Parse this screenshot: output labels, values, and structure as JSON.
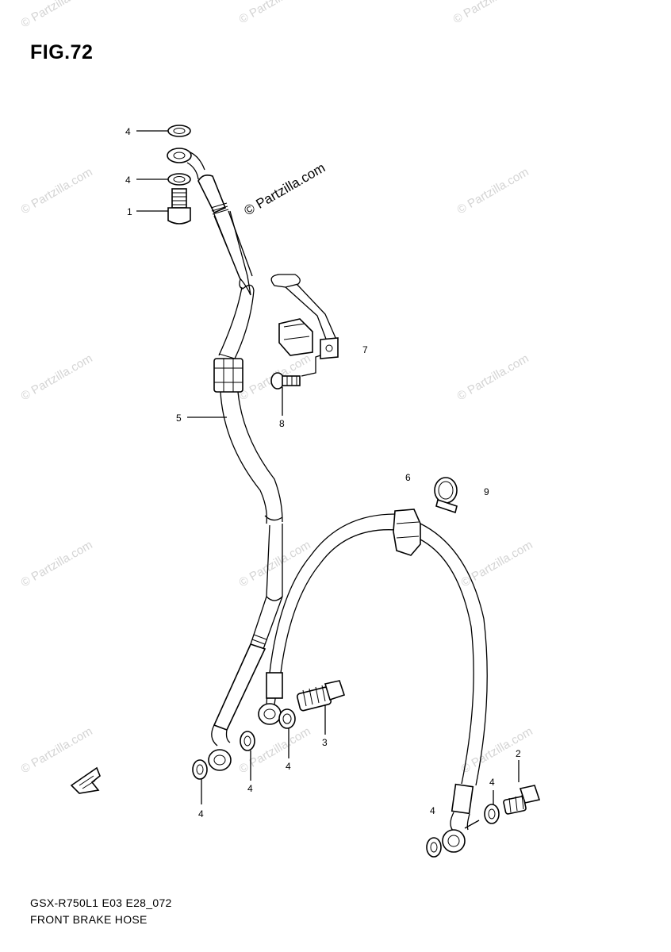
{
  "figure_label": "FIG.72",
  "footer": {
    "model_code": "GSX-R750L1 E03 E28_072",
    "diagram_title": "FRONT BRAKE HOSE"
  },
  "watermark": "© Partzilla.com",
  "watermark_main": "© Partzilla.com",
  "direction_icon": "front-direction-arrow-icon",
  "callouts": {
    "c1_top": "4",
    "c2_top": "4",
    "c3_top": "1",
    "c4": "7",
    "c5": "8",
    "c6": "5",
    "c7": "6",
    "c8": "9",
    "c9": "3",
    "c10": "4",
    "c11": "4",
    "c12": "4",
    "c13": "2",
    "c14": "4",
    "c15": "4"
  }
}
